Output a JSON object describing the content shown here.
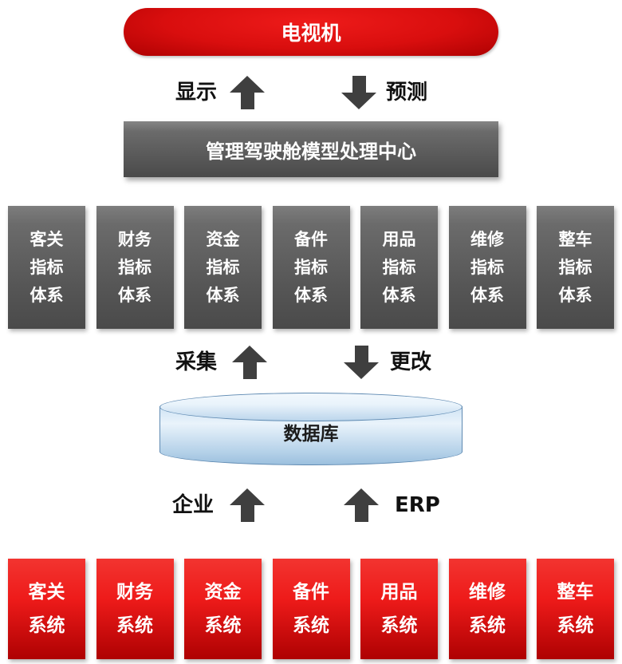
{
  "diagram": {
    "top_node": {
      "label": "电视机"
    },
    "flow_top": {
      "left_label": "显示",
      "right_label": "预测"
    },
    "center_node": {
      "label": "管理驾驶舱模型处理中心"
    },
    "indicator_row": [
      {
        "lines": [
          "客关",
          "指标",
          "体系"
        ]
      },
      {
        "lines": [
          "财务",
          "指标",
          "体系"
        ]
      },
      {
        "lines": [
          "资金",
          "指标",
          "体系"
        ]
      },
      {
        "lines": [
          "备件",
          "指标",
          "体系"
        ]
      },
      {
        "lines": [
          "用品",
          "指标",
          "体系"
        ]
      },
      {
        "lines": [
          "维修",
          "指标",
          "体系"
        ]
      },
      {
        "lines": [
          "整车",
          "指标",
          "体系"
        ]
      }
    ],
    "flow_middle": {
      "left_label": "采集",
      "right_label": "更改"
    },
    "database_node": {
      "label": "数据库"
    },
    "flow_bottom": {
      "left_label": "企业",
      "right_label": "ERP"
    },
    "system_row": [
      {
        "lines": [
          "客关",
          "系统"
        ]
      },
      {
        "lines": [
          "财务",
          "系统"
        ]
      },
      {
        "lines": [
          "资金",
          "系统"
        ]
      },
      {
        "lines": [
          "备件",
          "系统"
        ]
      },
      {
        "lines": [
          "用品",
          "系统"
        ]
      },
      {
        "lines": [
          "维修",
          "系统"
        ]
      },
      {
        "lines": [
          "整车",
          "系统"
        ]
      }
    ]
  },
  "colors": {
    "arrow": "#3f3f3f",
    "node_red_light": "#ee1b1a",
    "node_red_dark": "#ae0102",
    "node_gray_light": "#6b6b6b",
    "node_gray_dark": "#4a4a4a",
    "cyl_border": "#5f8ab2",
    "cyl_light": "#e9f3fb",
    "cyl_dark": "#9cc0de",
    "label_text": "#111111",
    "box_text": "#ffffff"
  }
}
